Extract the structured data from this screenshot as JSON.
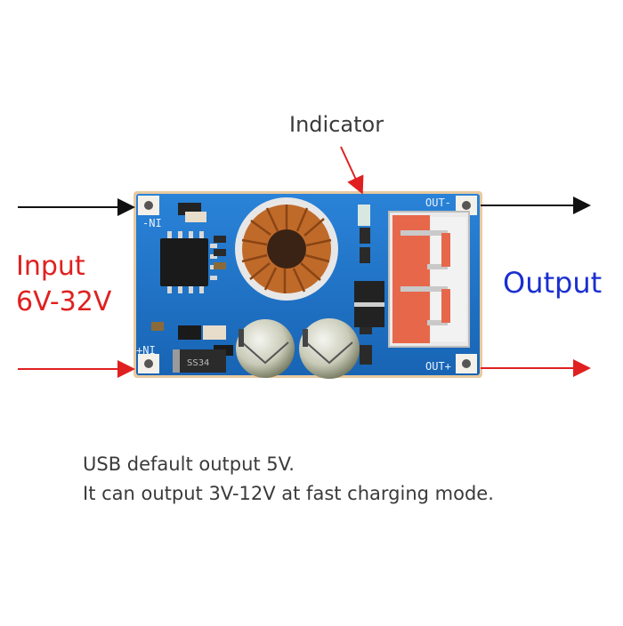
{
  "labels": {
    "indicator": "Indicator",
    "input_line1": "Input",
    "input_line2": "6V-32V",
    "output": "Output",
    "note_line1": "USB default output 5V.",
    "note_line2": "It can output 3V-12V at fast charging mode."
  },
  "board": {
    "silk_in_minus": "-NI",
    "silk_in_plus": "+NI",
    "silk_out_minus": "OUT-",
    "silk_out_plus": "OUT+",
    "diode_marking": "SS34"
  },
  "colors": {
    "pcb": "#1e73c8",
    "input_text": "#e02020",
    "output_text": "#1a2fd0",
    "arrow_red": "#e02020",
    "arrow_black": "#111111",
    "copper": "#c06a2a"
  }
}
